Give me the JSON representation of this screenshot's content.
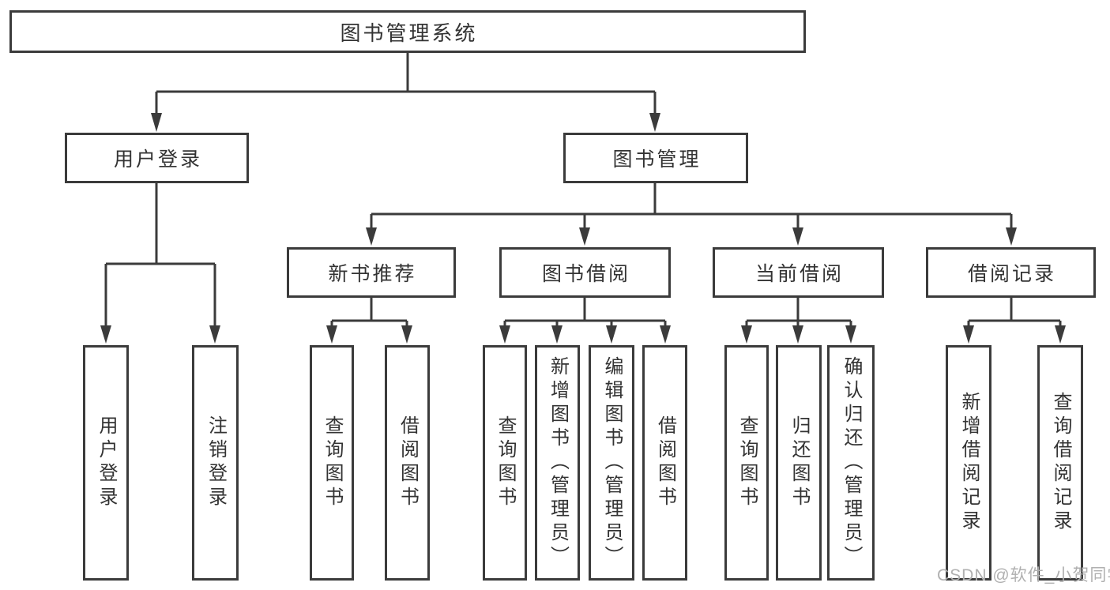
{
  "colors": {
    "line": "#3b3b3b",
    "text": "#333333",
    "background": "#ffffff",
    "watermark": "#b0b0b0"
  },
  "watermark": {
    "text": "CSDN @软件_小贺同学"
  },
  "tree": {
    "label": "图书管理系统",
    "children": [
      {
        "label": "用户登录",
        "children": [
          {
            "label": "用户登录"
          },
          {
            "label": "注销登录"
          }
        ]
      },
      {
        "label": "图书管理",
        "children": [
          {
            "label": "新书推荐",
            "children": [
              {
                "label": "查询图书"
              },
              {
                "label": "借阅图书"
              }
            ]
          },
          {
            "label": "图书借阅",
            "children": [
              {
                "label": "查询图书"
              },
              {
                "label": "新增图书（管理员）"
              },
              {
                "label": "编辑图书（管理员）"
              },
              {
                "label": "借阅图书"
              }
            ]
          },
          {
            "label": "当前借阅",
            "children": [
              {
                "label": "查询图书"
              },
              {
                "label": "归还图书"
              },
              {
                "label": "确认归还（管理员）"
              }
            ]
          },
          {
            "label": "借阅记录",
            "children": [
              {
                "label": "新增借阅记录"
              },
              {
                "label": "查询借阅记录"
              }
            ]
          }
        ]
      }
    ]
  }
}
